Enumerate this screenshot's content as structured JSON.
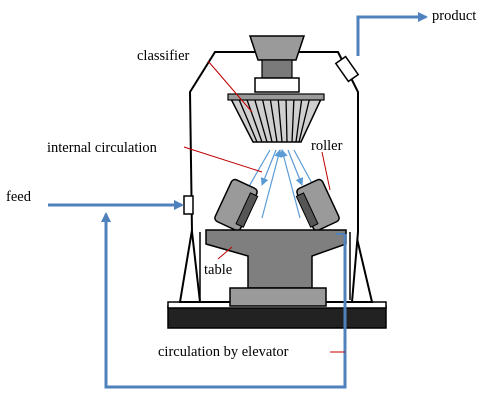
{
  "labels": {
    "product": "product",
    "classifier": "classifier",
    "internal_circulation": "internal circulation",
    "roller": "roller",
    "feed": "feed",
    "table": "table",
    "circulation_by_elevator": "circulation by elevator"
  },
  "colors": {
    "flow_arrow": "#4f81bd",
    "internal_flow": "#5b9bd5",
    "leader_line": "#c00000",
    "machine_outline": "#000000",
    "base_dark": "#222222",
    "gray_part": "#8a8a8a"
  }
}
